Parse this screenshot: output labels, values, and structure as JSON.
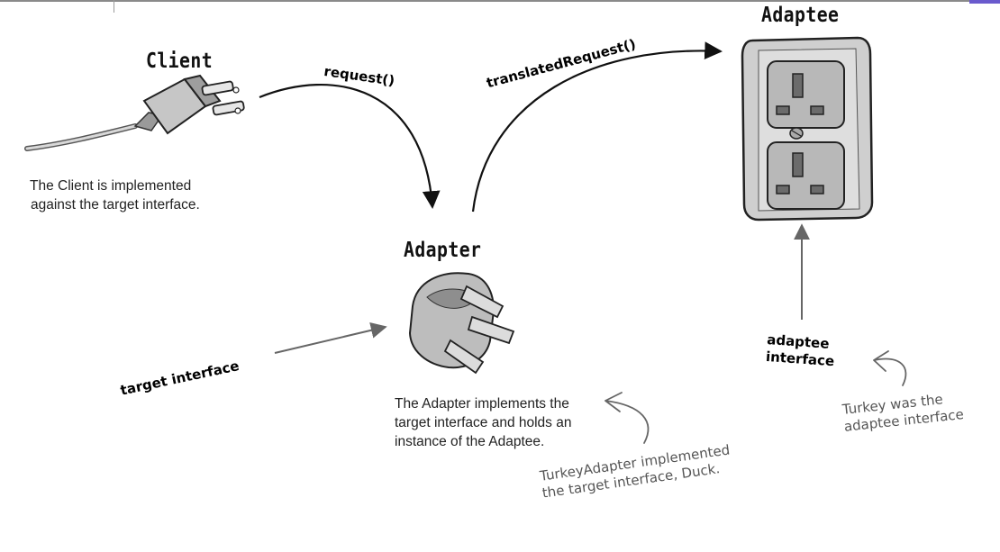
{
  "nodes": {
    "client": {
      "title": "Client",
      "description": [
        "The Client is implemented",
        "against the target interface."
      ],
      "icon": "plug-icon"
    },
    "adapter": {
      "title": "Adapter",
      "description": [
        "The Adapter implements the",
        "target interface and holds an",
        "instance of the Adaptee."
      ],
      "icon": "adapter-plug-icon"
    },
    "adaptee": {
      "title": "Adaptee",
      "icon": "wall-socket-icon"
    }
  },
  "edges": {
    "request": "request()",
    "translated_request": "translatedRequest()",
    "target_interface": "target interface",
    "adaptee_interface": [
      "adaptee",
      "interface"
    ]
  },
  "notes": {
    "turkey_adapter": [
      "TurkeyAdapter implemented",
      "the target interface, Duck."
    ],
    "turkey": [
      "Turkey was the",
      "adaptee interface"
    ]
  },
  "colors": {
    "arrow": "#111111",
    "pointer": "#666666",
    "note_text": "#555555",
    "socket_plate": "#c9c9c9",
    "plug_body": "#b5b5b5"
  }
}
